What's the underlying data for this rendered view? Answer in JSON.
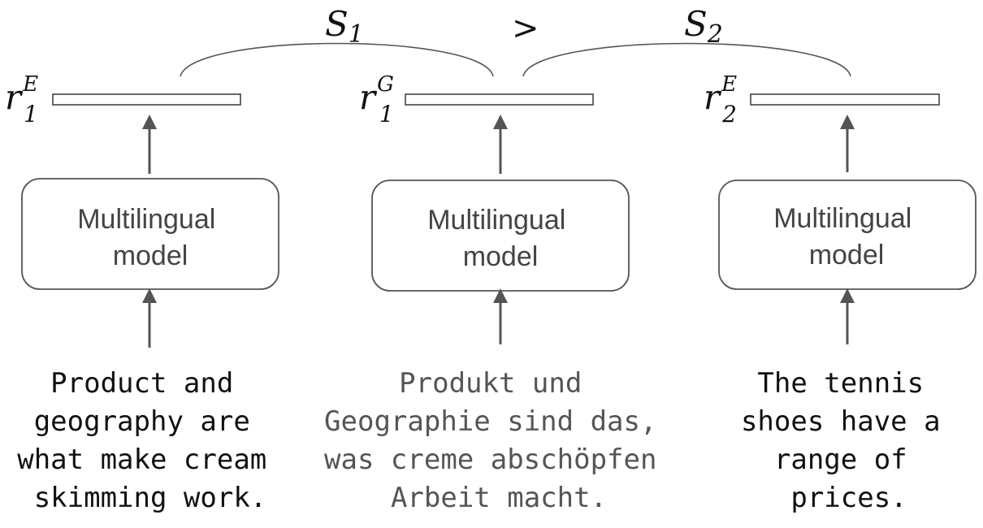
{
  "columns": [
    {
      "vector_symbol": "r",
      "vector_superscript": "E",
      "vector_subscript": "1",
      "model_label_lines": [
        "Multilingual",
        "model"
      ],
      "sentence_lines": [
        "Product and",
        "geography are",
        "what make cream",
        "skimming work."
      ]
    },
    {
      "vector_symbol": "r",
      "vector_superscript": "G",
      "vector_subscript": "1",
      "model_label_lines": [
        "Multilingual",
        "model"
      ],
      "sentence_lines": [
        "Produkt und",
        "Geographie sind das,",
        "was creme abschöpfen",
        "Arbeit macht."
      ]
    },
    {
      "vector_symbol": "r",
      "vector_superscript": "E",
      "vector_subscript": "2",
      "model_label_lines": [
        "Multilingual",
        "model"
      ],
      "sentence_lines": [
        "The tennis",
        "shoes have a",
        "range of",
        "prices."
      ]
    }
  ],
  "similarities": [
    {
      "symbol": "S",
      "subscript": "1"
    },
    {
      "symbol": "S",
      "subscript": "2"
    }
  ],
  "comparison": ">"
}
